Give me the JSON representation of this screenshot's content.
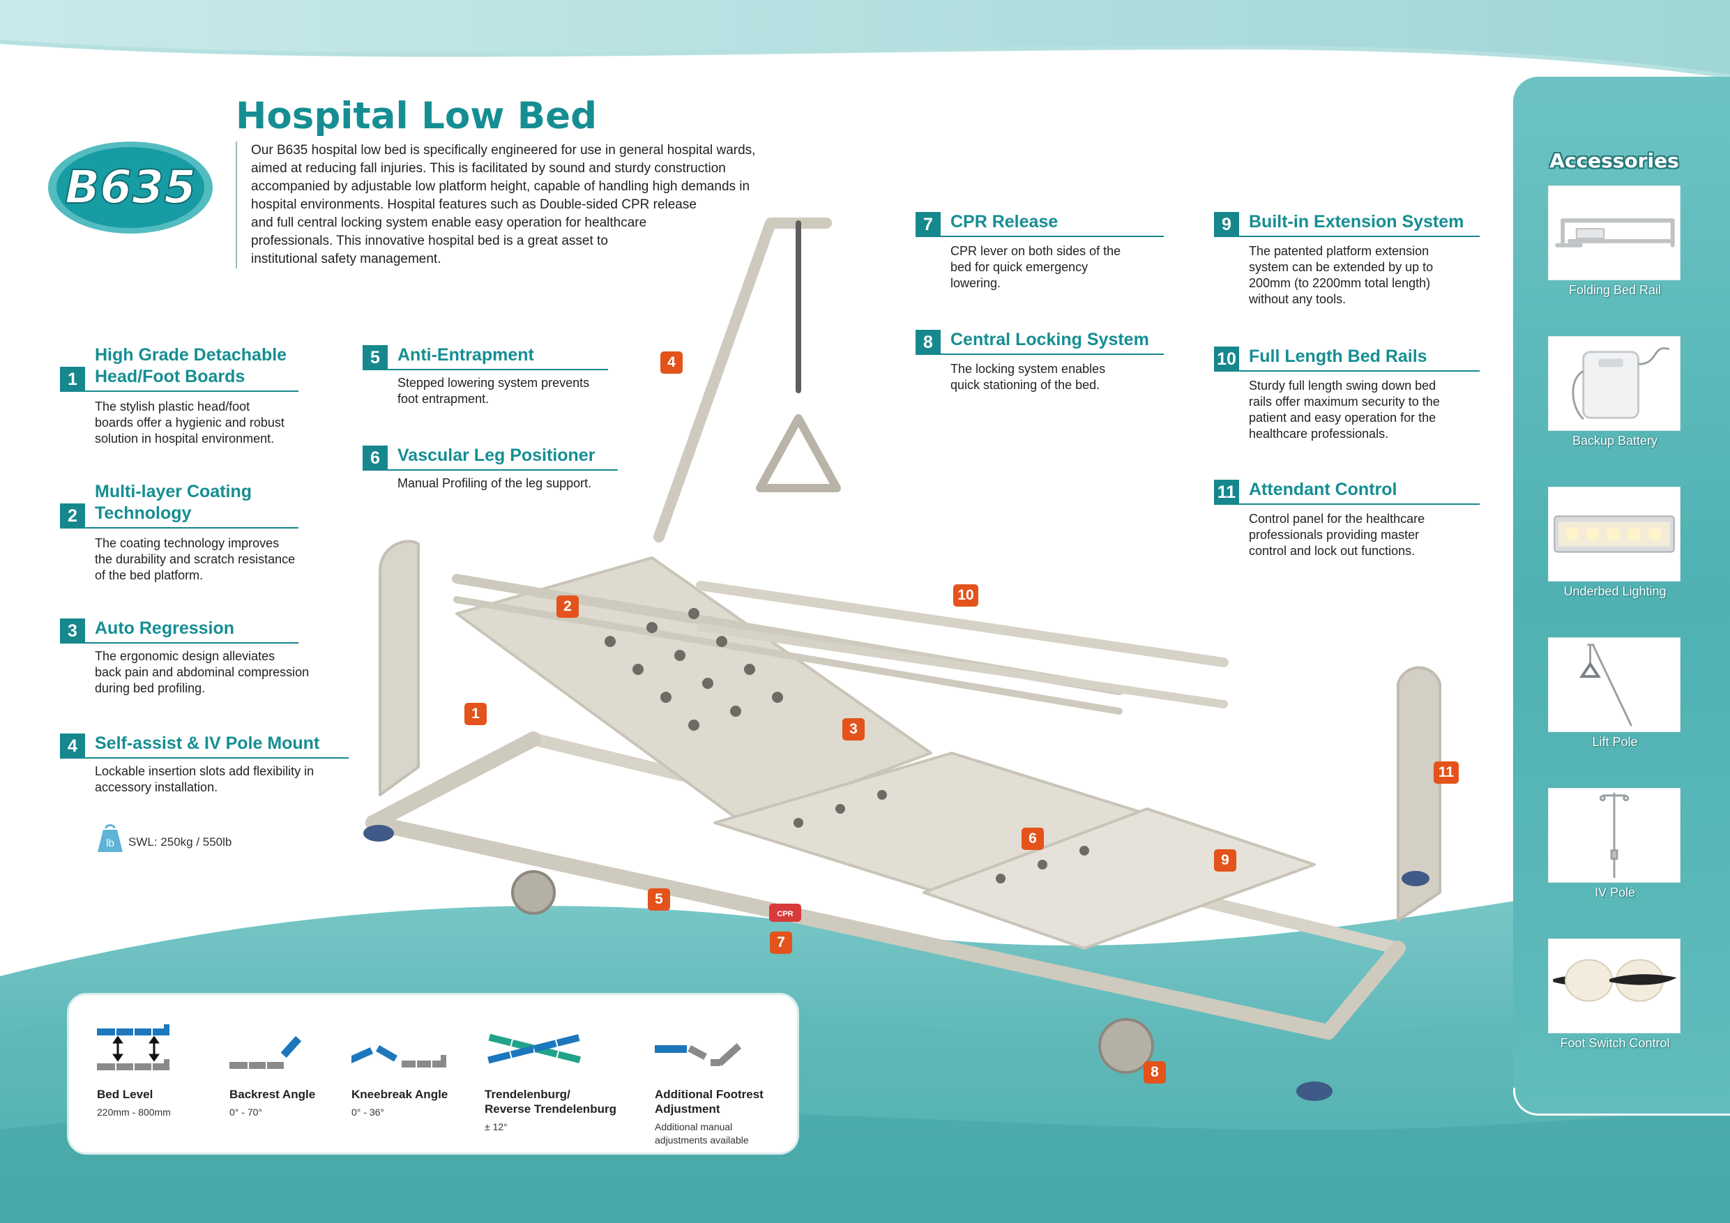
{
  "model_badge": "B635",
  "title": "Hospital Low Bed",
  "intro_lines": [
    "Our B635 hospital low bed is specifically engineered for use in general hospital wards,",
    "aimed at reducing fall injuries. This is facilitated by sound and sturdy construction",
    "accompanied by adjustable low  platform height, capable of handling high demands in",
    "hospital environments. Hospital features such as Double-sided CPR release",
    "and full central locking system enable easy operation for healthcare",
    "professionals. This innovative hospital bed is a great asset to",
    "institutional safety management."
  ],
  "features": [
    {
      "num": "1",
      "title_lines": [
        "High Grade Detachable",
        "Head/Foot Boards"
      ],
      "desc_lines": [
        "The stylish plastic head/foot",
        "boards offer a hygienic and robust",
        "solution in hospital environment."
      ]
    },
    {
      "num": "2",
      "title_lines": [
        "Multi-layer Coating",
        "Technology"
      ],
      "desc_lines": [
        "The coating technology improves",
        "the durability and scratch resistance",
        "of the bed platform."
      ]
    },
    {
      "num": "3",
      "title_lines": [
        "Auto Regression"
      ],
      "desc_lines": [
        "The ergonomic design alleviates",
        "back pain and abdominal compression",
        "during bed profiling."
      ]
    },
    {
      "num": "4",
      "title_lines": [
        "Self-assist & IV Pole Mount"
      ],
      "desc_lines": [
        "Lockable insertion slots add flexibility in",
        "accessory installation."
      ]
    },
    {
      "num": "5",
      "title_lines": [
        "Anti-Entrapment"
      ],
      "desc_lines": [
        "Stepped lowering system prevents",
        "foot entrapment."
      ]
    },
    {
      "num": "6",
      "title_lines": [
        "Vascular Leg Positioner"
      ],
      "desc_lines": [
        "Manual Profiling of the leg support."
      ]
    },
    {
      "num": "7",
      "title_lines": [
        "CPR Release"
      ],
      "desc_lines": [
        "CPR lever on both sides of the",
        "bed for quick emergency",
        "lowering."
      ]
    },
    {
      "num": "8",
      "title_lines": [
        "Central Locking System"
      ],
      "desc_lines": [
        "The locking system enables",
        "quick stationing of the bed."
      ]
    },
    {
      "num": "9",
      "title_lines": [
        "Built-in Extension System"
      ],
      "desc_lines": [
        "The patented platform extension",
        "system can be extended by up to",
        "200mm (to 2200mm total length)",
        "without any tools."
      ]
    },
    {
      "num": "10",
      "title_lines": [
        "Full Length Bed Rails"
      ],
      "desc_lines": [
        "Sturdy full length swing down bed",
        "rails offer maximum security to the",
        "patient and easy operation for the",
        "healthcare professionals."
      ]
    },
    {
      "num": "11",
      "title_lines": [
        "Attendant Control"
      ],
      "desc_lines": [
        "Control panel for the healthcare",
        "professionals providing master",
        "control and lock out functions."
      ]
    }
  ],
  "swl": {
    "icon_text": "lb",
    "text": "SWL: 250kg / 550lb"
  },
  "bed_markers": [
    "1",
    "2",
    "3",
    "4",
    "5",
    "6",
    "7",
    "8",
    "9",
    "10",
    "11"
  ],
  "cpr_tag": "CPR",
  "accessories": {
    "title": "Accessories",
    "items": [
      {
        "label": "Folding Bed Rail",
        "icon": "folding-bed-rail-icon"
      },
      {
        "label": "Backup Battery",
        "icon": "backup-battery-icon"
      },
      {
        "label": "Underbed Lighting",
        "icon": "underbed-lighting-icon"
      },
      {
        "label": "Lift Pole",
        "icon": "lift-pole-icon"
      },
      {
        "label": "IV Pole",
        "icon": "iv-pole-icon"
      },
      {
        "label": "Foot Switch Control",
        "icon": "foot-switch-icon"
      }
    ]
  },
  "positions": [
    {
      "label_lines": [
        "Bed Level"
      ],
      "range_lines": [
        "220mm - 800mm"
      ]
    },
    {
      "label_lines": [
        "Backrest Angle"
      ],
      "range_lines": [
        "0° - 70°"
      ]
    },
    {
      "label_lines": [
        "Kneebreak Angle"
      ],
      "range_lines": [
        "0° - 36°"
      ]
    },
    {
      "label_lines": [
        "Trendelenburg/",
        "Reverse Trendelenburg"
      ],
      "range_lines": [
        "± 12°"
      ]
    },
    {
      "label_lines": [
        "Additional Footrest",
        "Adjustment"
      ],
      "range_lines": [
        "Additional manual",
        "adjustments available"
      ]
    }
  ],
  "colors": {
    "teal": "#158e93",
    "teal_dark": "#16878d",
    "marker_orange": "#e3531b",
    "blue_segment": "#1c77bd",
    "green_segment": "#21a38a",
    "grey_segment": "#8a8a8a"
  }
}
